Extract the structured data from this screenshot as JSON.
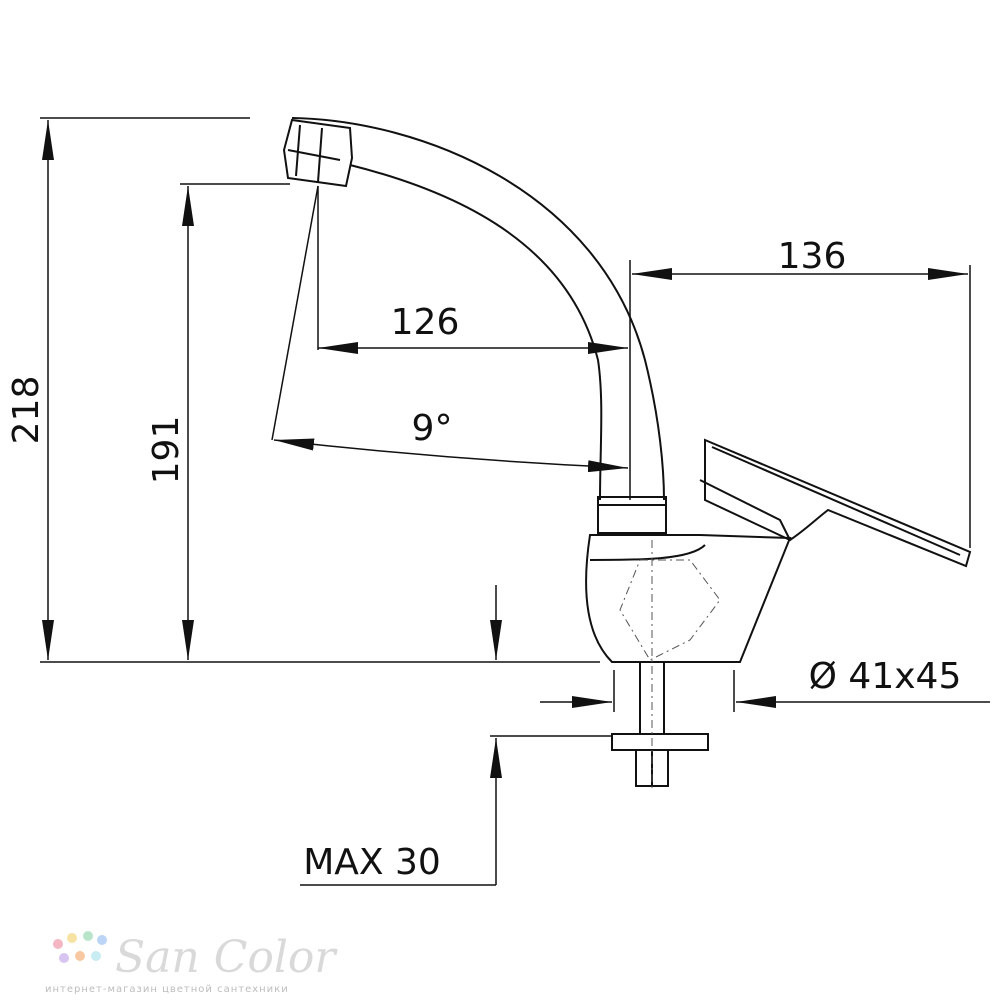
{
  "dimensions": {
    "total_height": "218",
    "spout_height": "191",
    "spout_reach": "126",
    "total_depth": "136",
    "swivel_angle": "9°",
    "base_diameter": "Ø 41x45",
    "max_thickness": "MAX 30"
  },
  "watermark": {
    "brand": "San Color",
    "tagline": "интернет-магазин цветной сантехники",
    "dot_colors": [
      "#f4b6c2",
      "#f7e3a1",
      "#b9e4c9",
      "#bcd4f6",
      "#d7c4f0",
      "#f8c9a0",
      "#c7ecf2"
    ]
  }
}
